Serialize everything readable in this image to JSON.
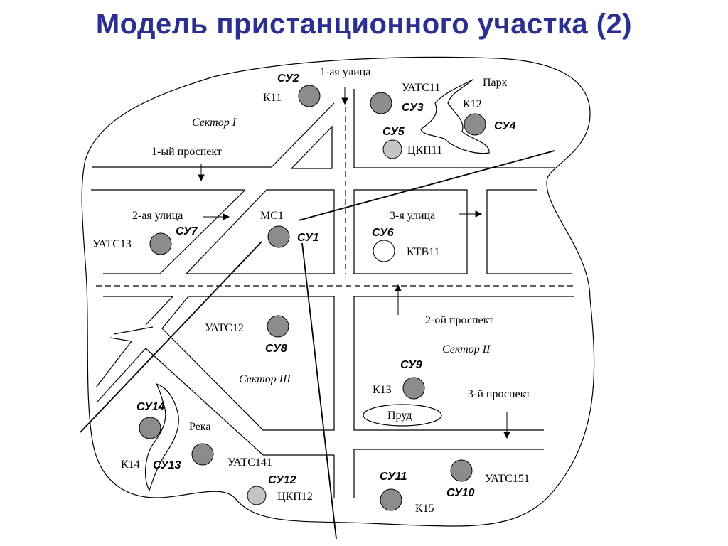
{
  "title": "Модель пристанционного участка (2)",
  "colors": {
    "title": "#2b2f8f",
    "node_dark": "#8c8c8c",
    "node_light": "#c4c4c4",
    "node_white": "#ffffff"
  },
  "streets": {
    "street1": "1-ая улица",
    "street2": "2-ая улица",
    "street3": "3-я улица",
    "prospect1": "1-ый проспект",
    "prospect2": "2-ой проспект",
    "prospect3": "3-й проспект",
    "park": "Парк",
    "river": "Река",
    "pond": "Пруд"
  },
  "sectors": {
    "s1": "Сектор I",
    "s2": "Сектор II",
    "s3": "Сектор III"
  },
  "nodes": [
    {
      "id": "su2",
      "su": "СУ2",
      "name": "К11",
      "fill": "dark"
    },
    {
      "id": "su3",
      "su": "СУ3",
      "name": "УАТС11",
      "fill": "dark"
    },
    {
      "id": "su4",
      "su": "СУ4",
      "name": "К12",
      "fill": "dark"
    },
    {
      "id": "su5",
      "su": "СУ5",
      "name": "ЦКП11",
      "fill": "light"
    },
    {
      "id": "su1",
      "su": "СУ1",
      "name": "МС1",
      "fill": "dark"
    },
    {
      "id": "su7",
      "su": "СУ7",
      "name": "УАТС13",
      "fill": "dark"
    },
    {
      "id": "su6",
      "su": "СУ6",
      "name": "КТВ11",
      "fill": "white"
    },
    {
      "id": "su8",
      "su": "СУ8",
      "name": "УАТС12",
      "fill": "dark"
    },
    {
      "id": "su9",
      "su": "СУ9",
      "name": "К13",
      "fill": "dark"
    },
    {
      "id": "su14",
      "su": "СУ14",
      "name": "",
      "fill": "dark"
    },
    {
      "id": "su13",
      "su": "СУ13",
      "name": "К14",
      "fill": "dark"
    },
    {
      "id": "su12",
      "su": "СУ12",
      "name": "ЦКП12",
      "fill": "light"
    },
    {
      "id": "su11",
      "su": "СУ11",
      "name": "К15",
      "fill": "dark"
    },
    {
      "id": "su10",
      "su": "СУ10",
      "name": "УАТС151",
      "fill": "dark"
    },
    {
      "id": "su12_name",
      "su": "",
      "name": "УАТС141",
      "fill": "none"
    }
  ]
}
